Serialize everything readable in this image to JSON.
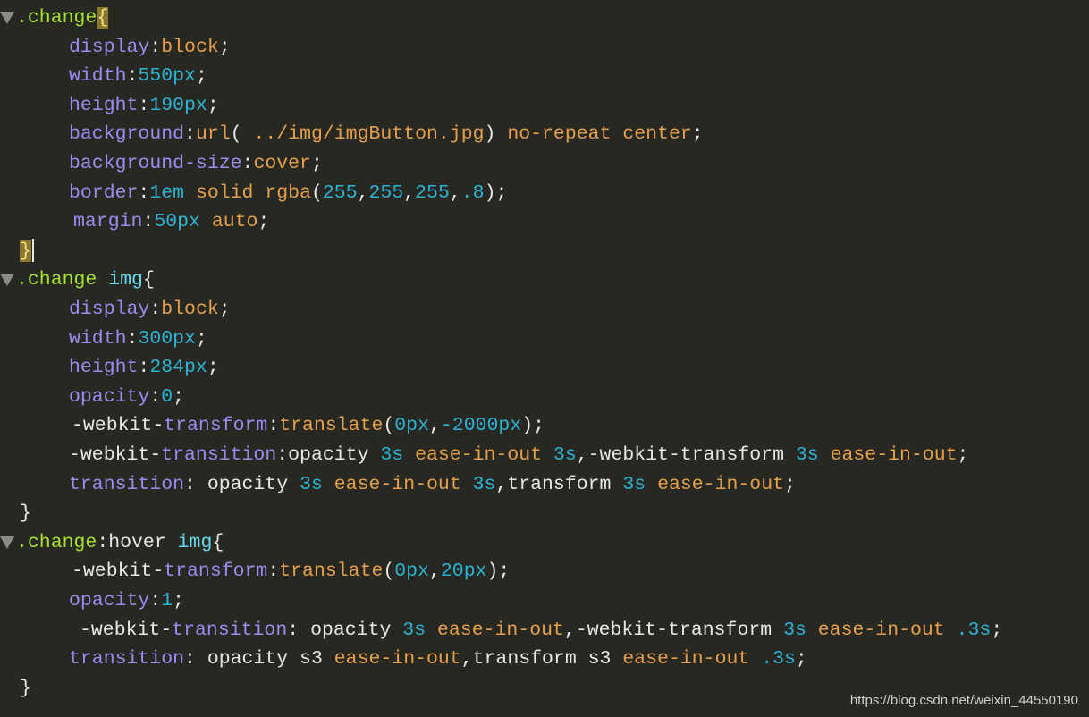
{
  "lines": [
    {
      "fold": true,
      "indent": 1,
      "segs": [
        {
          "t": ".",
          "c": "c-dot"
        },
        {
          "t": "change",
          "c": "c-sel"
        },
        {
          "t": "{",
          "c": "brace-hl"
        }
      ]
    },
    {
      "fold": false,
      "indent": 77,
      "segs": [
        {
          "t": "display",
          "c": "c-prop"
        },
        {
          "t": ":",
          "c": "c-plain"
        },
        {
          "t": "block",
          "c": "c-val"
        },
        {
          "t": ";",
          "c": "c-plain"
        }
      ]
    },
    {
      "fold": false,
      "indent": 77,
      "segs": [
        {
          "t": "width",
          "c": "c-prop"
        },
        {
          "t": ":",
          "c": "c-plain"
        },
        {
          "t": "550px",
          "c": "c-num"
        },
        {
          "t": ";",
          "c": "c-plain"
        }
      ]
    },
    {
      "fold": false,
      "indent": 77,
      "segs": [
        {
          "t": "height",
          "c": "c-prop"
        },
        {
          "t": ":",
          "c": "c-plain"
        },
        {
          "t": "190px",
          "c": "c-num"
        },
        {
          "t": ";",
          "c": "c-plain"
        }
      ]
    },
    {
      "fold": false,
      "indent": 77,
      "segs": [
        {
          "t": "background",
          "c": "c-prop"
        },
        {
          "t": ":",
          "c": "c-plain"
        },
        {
          "t": "url",
          "c": "c-val"
        },
        {
          "t": "( ",
          "c": "c-plain"
        },
        {
          "t": "../img/imgButton.jpg",
          "c": "c-val"
        },
        {
          "t": ") ",
          "c": "c-plain"
        },
        {
          "t": "no-repeat center",
          "c": "c-val"
        },
        {
          "t": ";",
          "c": "c-plain"
        }
      ]
    },
    {
      "fold": false,
      "indent": 77,
      "segs": [
        {
          "t": "background-size",
          "c": "c-prop"
        },
        {
          "t": ":",
          "c": "c-plain"
        },
        {
          "t": "cover",
          "c": "c-val"
        },
        {
          "t": ";",
          "c": "c-plain"
        }
      ]
    },
    {
      "fold": false,
      "indent": 77,
      "segs": [
        {
          "t": "border",
          "c": "c-prop"
        },
        {
          "t": ":",
          "c": "c-plain"
        },
        {
          "t": "1em",
          "c": "c-num"
        },
        {
          "t": " solid rgba",
          "c": "c-val"
        },
        {
          "t": "(",
          "c": "c-plain"
        },
        {
          "t": "255",
          "c": "c-num"
        },
        {
          "t": ",",
          "c": "c-plain"
        },
        {
          "t": "255",
          "c": "c-num"
        },
        {
          "t": ",",
          "c": "c-plain"
        },
        {
          "t": "255",
          "c": "c-num"
        },
        {
          "t": ",",
          "c": "c-plain"
        },
        {
          "t": ".8",
          "c": "c-num"
        },
        {
          "t": ");",
          "c": "c-plain"
        }
      ]
    },
    {
      "fold": false,
      "indent": 82,
      "segs": [
        {
          "t": "margin",
          "c": "c-prop"
        },
        {
          "t": ":",
          "c": "c-plain"
        },
        {
          "t": "50px",
          "c": "c-num"
        },
        {
          "t": " auto",
          "c": "c-val"
        },
        {
          "t": ";",
          "c": "c-plain"
        }
      ]
    },
    {
      "fold": false,
      "indent": 22,
      "cursor": true,
      "segs": [
        {
          "t": "}",
          "c": "brace-hl"
        }
      ]
    },
    {
      "fold": true,
      "indent": 1,
      "segs": [
        {
          "t": ".",
          "c": "c-dot"
        },
        {
          "t": "change ",
          "c": "c-sel"
        },
        {
          "t": "img",
          "c": "c-tag"
        },
        {
          "t": "{",
          "c": "c-brace"
        }
      ]
    },
    {
      "fold": false,
      "indent": 77,
      "segs": [
        {
          "t": "display",
          "c": "c-prop"
        },
        {
          "t": ":",
          "c": "c-plain"
        },
        {
          "t": "block",
          "c": "c-val"
        },
        {
          "t": ";",
          "c": "c-plain"
        }
      ]
    },
    {
      "fold": false,
      "indent": 77,
      "segs": [
        {
          "t": "width",
          "c": "c-prop"
        },
        {
          "t": ":",
          "c": "c-plain"
        },
        {
          "t": "300px",
          "c": "c-num"
        },
        {
          "t": ";",
          "c": "c-plain"
        }
      ]
    },
    {
      "fold": false,
      "indent": 77,
      "segs": [
        {
          "t": "height",
          "c": "c-prop"
        },
        {
          "t": ":",
          "c": "c-plain"
        },
        {
          "t": "284px",
          "c": "c-num"
        },
        {
          "t": ";",
          "c": "c-plain"
        }
      ]
    },
    {
      "fold": false,
      "indent": 77,
      "segs": [
        {
          "t": "opacity",
          "c": "c-prop"
        },
        {
          "t": ":",
          "c": "c-plain"
        },
        {
          "t": "0",
          "c": "c-num"
        },
        {
          "t": ";",
          "c": "c-plain"
        }
      ]
    },
    {
      "fold": false,
      "indent": 80,
      "segs": [
        {
          "t": "-webkit-",
          "c": "c-plain"
        },
        {
          "t": "transform",
          "c": "c-prop"
        },
        {
          "t": ":",
          "c": "c-plain"
        },
        {
          "t": "translate",
          "c": "c-val"
        },
        {
          "t": "(",
          "c": "c-plain"
        },
        {
          "t": "0px",
          "c": "c-num"
        },
        {
          "t": ",",
          "c": "c-plain"
        },
        {
          "t": "-2000px",
          "c": "c-num"
        },
        {
          "t": ");",
          "c": "c-plain"
        }
      ]
    },
    {
      "fold": false,
      "indent": 77,
      "segs": [
        {
          "t": "-webkit-",
          "c": "c-plain"
        },
        {
          "t": "transition",
          "c": "c-prop"
        },
        {
          "t": ":",
          "c": "c-plain"
        },
        {
          "t": "opacity ",
          "c": "c-plain"
        },
        {
          "t": "3s",
          "c": "c-num"
        },
        {
          "t": " ease-in-out ",
          "c": "c-val"
        },
        {
          "t": "3s",
          "c": "c-num"
        },
        {
          "t": ",-webkit-transform ",
          "c": "c-plain"
        },
        {
          "t": "3s",
          "c": "c-num"
        },
        {
          "t": " ease-in-out",
          "c": "c-val"
        },
        {
          "t": ";",
          "c": "c-plain"
        }
      ]
    },
    {
      "fold": false,
      "indent": 77,
      "segs": [
        {
          "t": "transition",
          "c": "c-prop"
        },
        {
          "t": ": ",
          "c": "c-plain"
        },
        {
          "t": "opacity ",
          "c": "c-plain"
        },
        {
          "t": "3s",
          "c": "c-num"
        },
        {
          "t": " ease-in-out ",
          "c": "c-val"
        },
        {
          "t": "3s",
          "c": "c-num"
        },
        {
          "t": ",transform ",
          "c": "c-plain"
        },
        {
          "t": "3s",
          "c": "c-num"
        },
        {
          "t": " ease-in-out",
          "c": "c-val"
        },
        {
          "t": ";",
          "c": "c-plain"
        }
      ]
    },
    {
      "fold": false,
      "indent": 22,
      "segs": [
        {
          "t": "}",
          "c": "c-brace"
        }
      ]
    },
    {
      "fold": true,
      "indent": 1,
      "segs": [
        {
          "t": ".",
          "c": "c-dot"
        },
        {
          "t": "change",
          "c": "c-sel"
        },
        {
          "t": ":hover ",
          "c": "c-plain"
        },
        {
          "t": "img",
          "c": "c-tag"
        },
        {
          "t": "{",
          "c": "c-brace"
        }
      ]
    },
    {
      "fold": false,
      "indent": 80,
      "segs": [
        {
          "t": "-webkit-",
          "c": "c-plain"
        },
        {
          "t": "transform",
          "c": "c-prop"
        },
        {
          "t": ":",
          "c": "c-plain"
        },
        {
          "t": "translate",
          "c": "c-val"
        },
        {
          "t": "(",
          "c": "c-plain"
        },
        {
          "t": "0px",
          "c": "c-num"
        },
        {
          "t": ",",
          "c": "c-plain"
        },
        {
          "t": "20px",
          "c": "c-num"
        },
        {
          "t": ");",
          "c": "c-plain"
        }
      ]
    },
    {
      "fold": false,
      "indent": 77,
      "segs": [
        {
          "t": "opacity",
          "c": "c-prop"
        },
        {
          "t": ":",
          "c": "c-plain"
        },
        {
          "t": "1",
          "c": "c-num"
        },
        {
          "t": ";",
          "c": "c-plain"
        }
      ]
    },
    {
      "fold": false,
      "indent": 89,
      "segs": [
        {
          "t": "-webkit-",
          "c": "c-plain"
        },
        {
          "t": "transition",
          "c": "c-prop"
        },
        {
          "t": ": ",
          "c": "c-plain"
        },
        {
          "t": "opacity ",
          "c": "c-plain"
        },
        {
          "t": "3s",
          "c": "c-num"
        },
        {
          "t": " ease-in-out",
          "c": "c-val"
        },
        {
          "t": ",-webkit-transform ",
          "c": "c-plain"
        },
        {
          "t": "3s",
          "c": "c-num"
        },
        {
          "t": " ease-in-out ",
          "c": "c-val"
        },
        {
          "t": ".3s",
          "c": "c-num"
        },
        {
          "t": ";",
          "c": "c-plain"
        }
      ]
    },
    {
      "fold": false,
      "indent": 77,
      "segs": [
        {
          "t": "transition",
          "c": "c-prop"
        },
        {
          "t": ": ",
          "c": "c-plain"
        },
        {
          "t": "opacity s3 ",
          "c": "c-plain"
        },
        {
          "t": "ease-in-out",
          "c": "c-val"
        },
        {
          "t": ",transform s3 ",
          "c": "c-plain"
        },
        {
          "t": "ease-in-out ",
          "c": "c-val"
        },
        {
          "t": ".3s",
          "c": "c-num"
        },
        {
          "t": ";",
          "c": "c-plain"
        }
      ]
    },
    {
      "fold": false,
      "indent": 22,
      "segs": [
        {
          "t": "}",
          "c": "c-brace"
        }
      ]
    }
  ],
  "watermark": "https://blog.csdn.net/weixin_44550190",
  "colors": {
    "background": "#272822",
    "selector": "#a6e22e",
    "tag": "#66d9ef",
    "property": "#9b8cf0",
    "value": "#e6a04c",
    "number": "#2cb3d4",
    "plain": "#e8e8e2",
    "brace_highlight": "#8a7730"
  },
  "icons": {
    "fold": "fold-triangle-icon"
  }
}
